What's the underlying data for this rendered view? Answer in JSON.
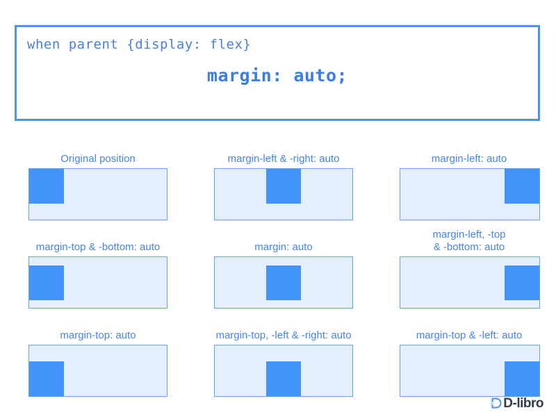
{
  "header": {
    "line1": "when parent {display: flex}",
    "line2": "margin: auto;",
    "border_color": "#4a90f7",
    "text_color": "#4a7fe0",
    "emphasis_color": "#3b7de8"
  },
  "palette": {
    "box_blue": "#4294fa",
    "container_fill": "#e3effc",
    "container_border": "#63a2f5",
    "label_blue": "#4285f4",
    "logo_dark": "#2f3a4a"
  },
  "diagrams": [
    {
      "label": "Original position",
      "rule": "none",
      "box_class": "m-none"
    },
    {
      "label": "margin-left & -right: auto",
      "rule": "lr",
      "box_class": "m-lr"
    },
    {
      "label": "margin-left: auto",
      "rule": "l",
      "box_class": "m-l"
    },
    {
      "label": "margin-top & -bottom: auto",
      "rule": "tb",
      "box_class": "m-tb"
    },
    {
      "label": "margin: auto",
      "rule": "all",
      "box_class": "m-all"
    },
    {
      "label": "margin-left, -top\n& -bottom: auto",
      "rule": "l-tb",
      "box_class": "m-l-tb"
    },
    {
      "label": "margin-top: auto",
      "rule": "t",
      "box_class": "m-t"
    },
    {
      "label": "margin-top, -left & -right: auto",
      "rule": "t-lr",
      "box_class": "m-t-lr"
    },
    {
      "label": "margin-top & -left: auto",
      "rule": "t-l",
      "box_class": "m-t-l"
    }
  ],
  "logo": {
    "text": "D-libro",
    "mark": "stylized-d-icon"
  }
}
